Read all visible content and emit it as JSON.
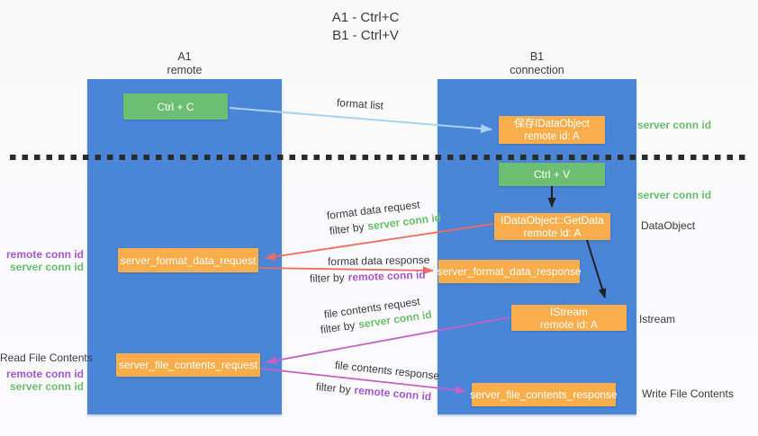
{
  "title": {
    "line1": "A1 - Ctrl+C",
    "line2": "B1 - Ctrl+V"
  },
  "lanes": {
    "a1": {
      "title": "A1",
      "subtitle": "remote"
    },
    "b1": {
      "title": "B1",
      "subtitle": "connection"
    }
  },
  "nodes": {
    "ctrl_c": {
      "label": "Ctrl + C"
    },
    "save_idataobject": {
      "line1": "保存IDataObject",
      "line2": "remote id: A"
    },
    "ctrl_v": {
      "label": "Ctrl + V"
    },
    "getdata": {
      "line1": "IDataObject::GetData",
      "line2": "remote id: A"
    },
    "format_request": {
      "label": "server_format_data_request"
    },
    "format_response": {
      "label": "server_format_data_response"
    },
    "istream": {
      "line1": "IStream",
      "line2": "remote id: A"
    },
    "file_request": {
      "label": "server_file_contents_request"
    },
    "file_response": {
      "label": "server_file_contents_response"
    }
  },
  "edge_labels": {
    "format_list": "format list",
    "format_data_request": "format data request",
    "format_data_response": "format data response",
    "file_contents_request": "file contents request",
    "file_contents_response": "file contents response",
    "filter_by": "filter by",
    "server_conn_id": "server conn id",
    "remote_conn_id": "remote conn id"
  },
  "side_labels": {
    "left_remote_conn_id": "remote conn id",
    "left_server_conn_id": "server conn id",
    "read_file_contents": "Read File Contents",
    "right_server_conn_id": "server conn id",
    "dataobject": "DataObject",
    "istream": "Istream",
    "write_file_contents": "Write File Contents"
  },
  "colors": {
    "lane_blue": "#4a85d8",
    "node_green": "#6cbe70",
    "node_orange": "#f9ae4b",
    "text_green": "#6abf6d",
    "text_purple": "#a855cf",
    "arrow_lightblue": "#a6d3f2",
    "arrow_salmon": "#ef6b5e",
    "arrow_magenta": "#c75fc4",
    "arrow_black": "#222222",
    "dash": "#2b2b2b"
  }
}
